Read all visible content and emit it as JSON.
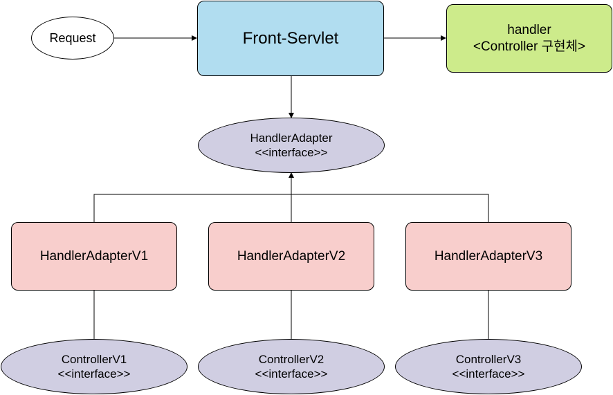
{
  "nodes": {
    "request": {
      "label": "Request",
      "fill": "#ffffff"
    },
    "front_servlet": {
      "label": "Front-Servlet",
      "fill": "#b1ddf0"
    },
    "handler": {
      "line1": "handler",
      "line2": "<Controller 구현체>",
      "fill": "#cdeb8b"
    },
    "handler_adapter": {
      "line1": "HandlerAdapter",
      "line2": "<<interface>>",
      "fill": "#d0cee2"
    },
    "adapter_v1": {
      "label": "HandlerAdapterV1",
      "fill": "#f8cecc"
    },
    "adapter_v2": {
      "label": "HandlerAdapterV2",
      "fill": "#f8cecc"
    },
    "adapter_v3": {
      "label": "HandlerAdapterV3",
      "fill": "#f8cecc"
    },
    "controller_v1": {
      "line1": "ControllerV1",
      "line2": "<<interface>>",
      "fill": "#d0cee2"
    },
    "controller_v2": {
      "line1": "ControllerV2",
      "line2": "<<interface>>",
      "fill": "#d0cee2"
    },
    "controller_v3": {
      "line1": "ControllerV3",
      "line2": "<<interface>>",
      "fill": "#d0cee2"
    }
  }
}
